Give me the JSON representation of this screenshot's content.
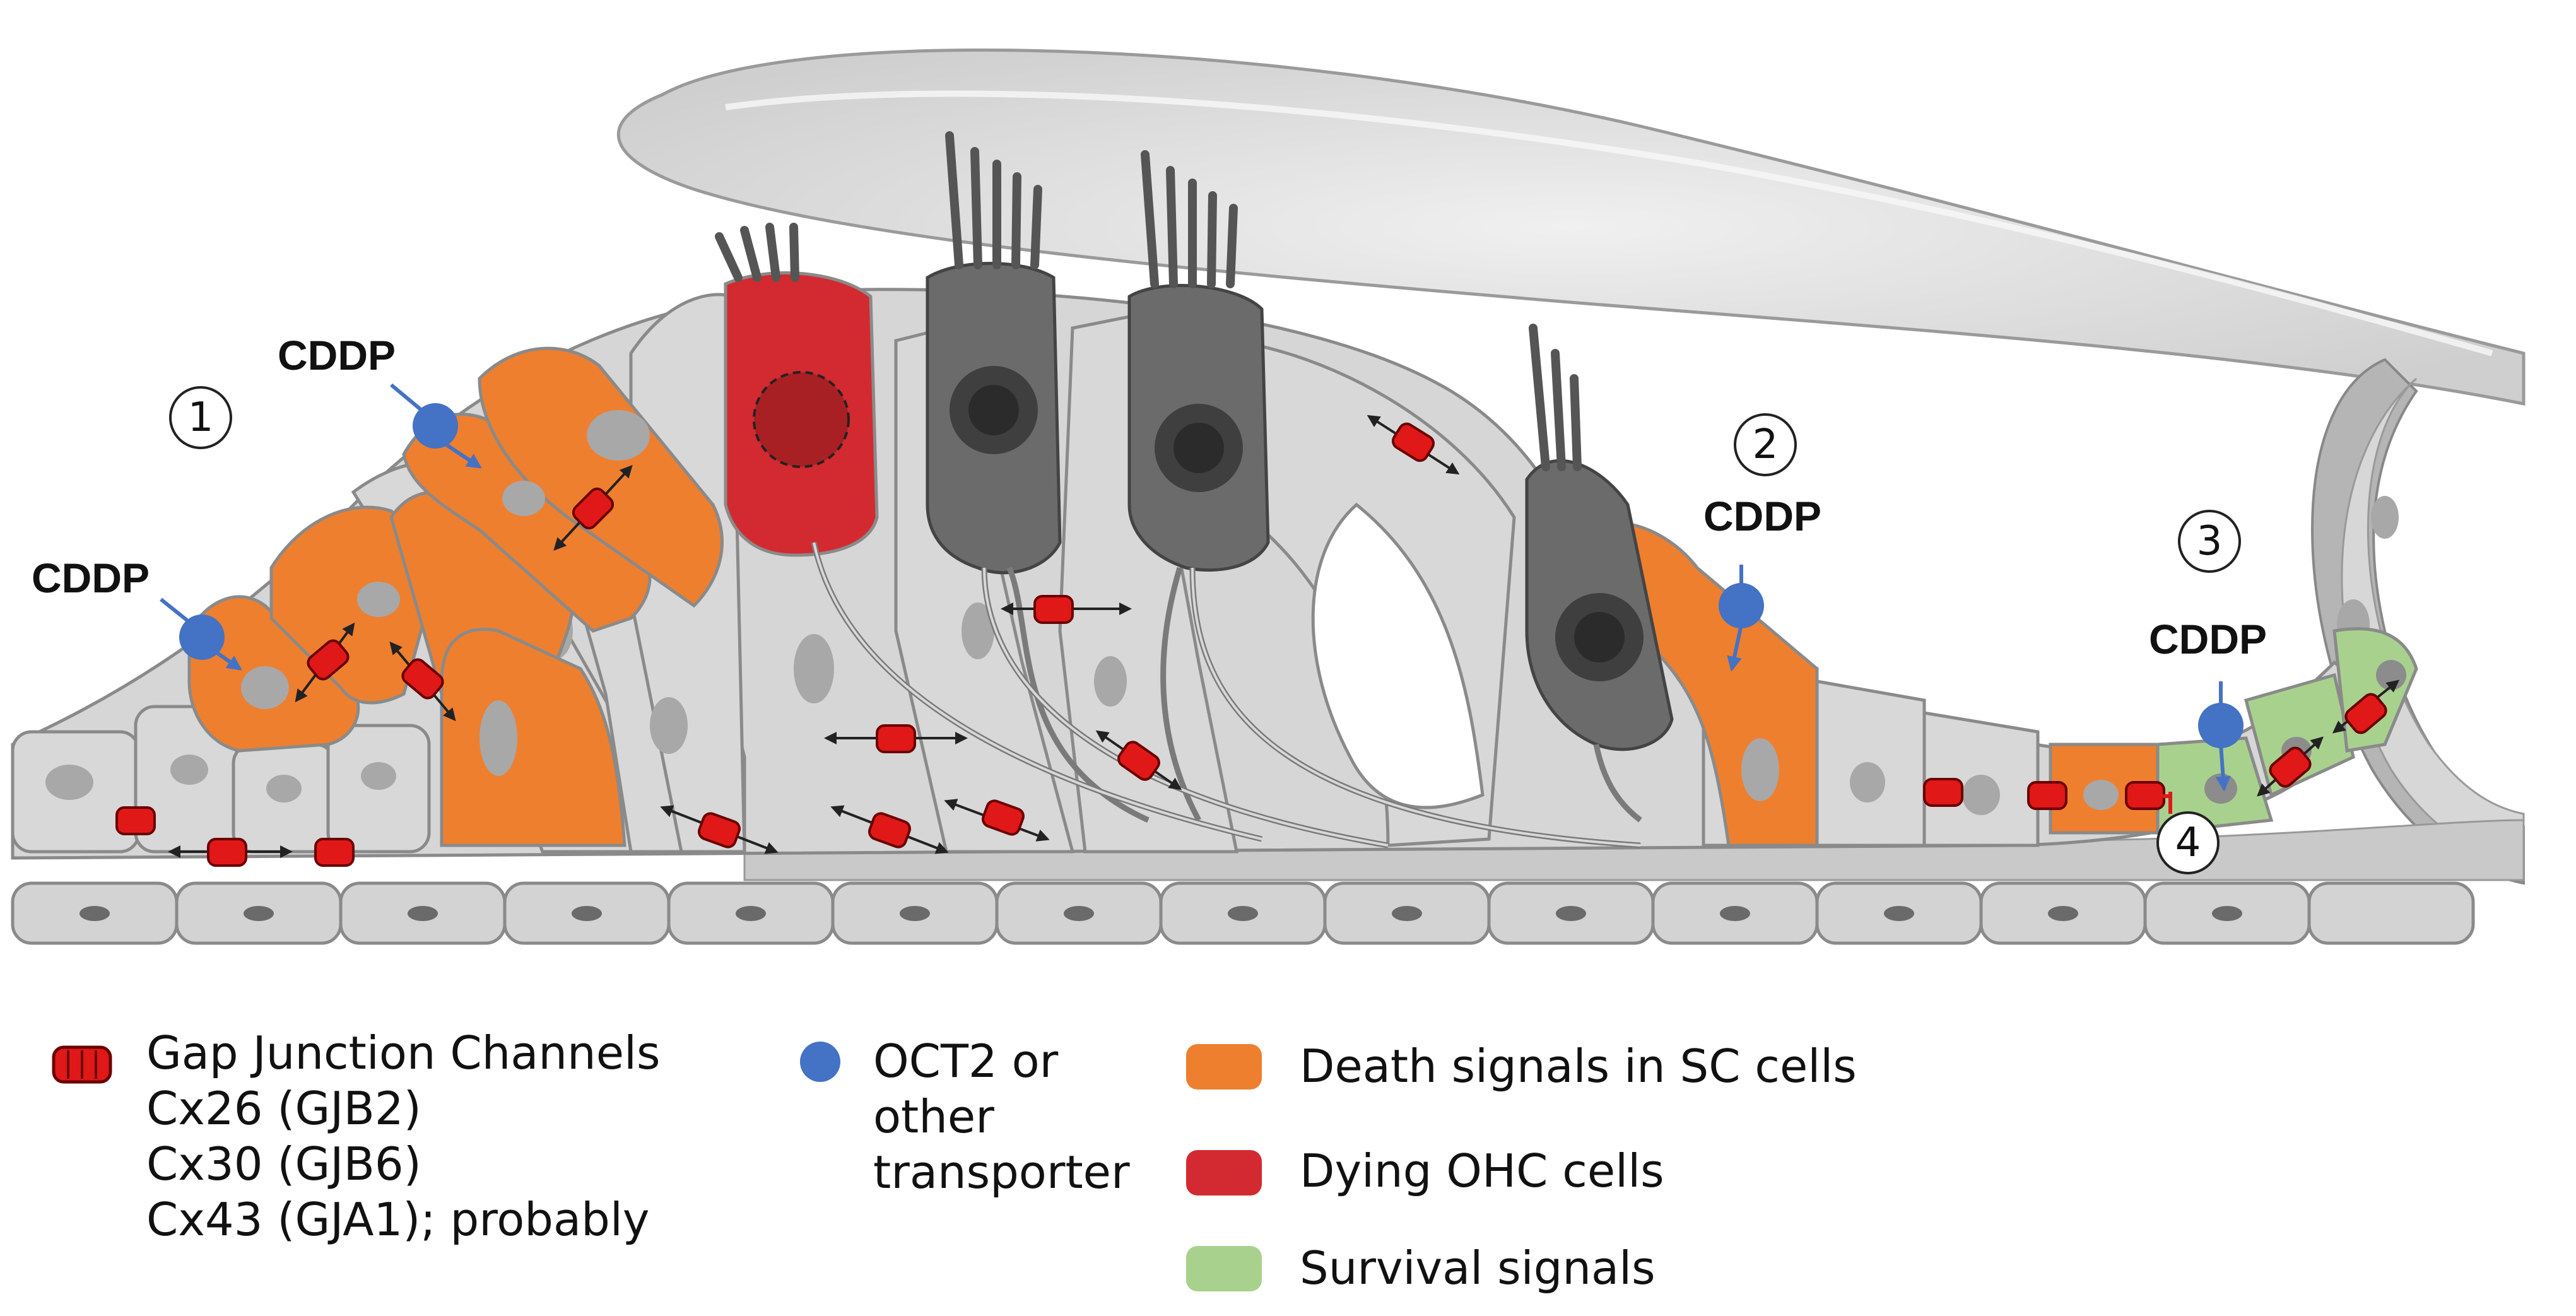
{
  "callouts": {
    "n1": "1",
    "n2": "2",
    "n3": "3",
    "n4": "4",
    "cddp_1a": "CDDP",
    "cddp_1b": "CDDP",
    "cddp_2": "CDDP",
    "cddp_3": "CDDP"
  },
  "legend": {
    "gap_junction": {
      "title": "Gap Junction Channels",
      "lines": [
        "Cx26 (GJB2)",
        "Cx30 (GJB6)",
        "Cx43 (GJA1); probably"
      ]
    },
    "oct2": {
      "lines": [
        "OCT2 or",
        "other",
        "transporter"
      ]
    },
    "death": "Death signals in SC cells",
    "dying": "Dying OHC cells",
    "survival": "Survival signals"
  },
  "colors": {
    "death_orange": "#ee7f2f",
    "dying_red": "#d22a30",
    "survival_green": "#a9d18e",
    "transporter_blue": "#4472c4",
    "channel_red": "#e01818",
    "cell_gray": "#d3d3d3",
    "hair_cell_dark": "#6b6b6b",
    "membrane_gray": "#e6e6e6"
  },
  "icons": [
    "gap-junction-icon",
    "transporter-icon",
    "death-swatch-icon",
    "dying-swatch-icon",
    "survival-swatch-icon"
  ]
}
